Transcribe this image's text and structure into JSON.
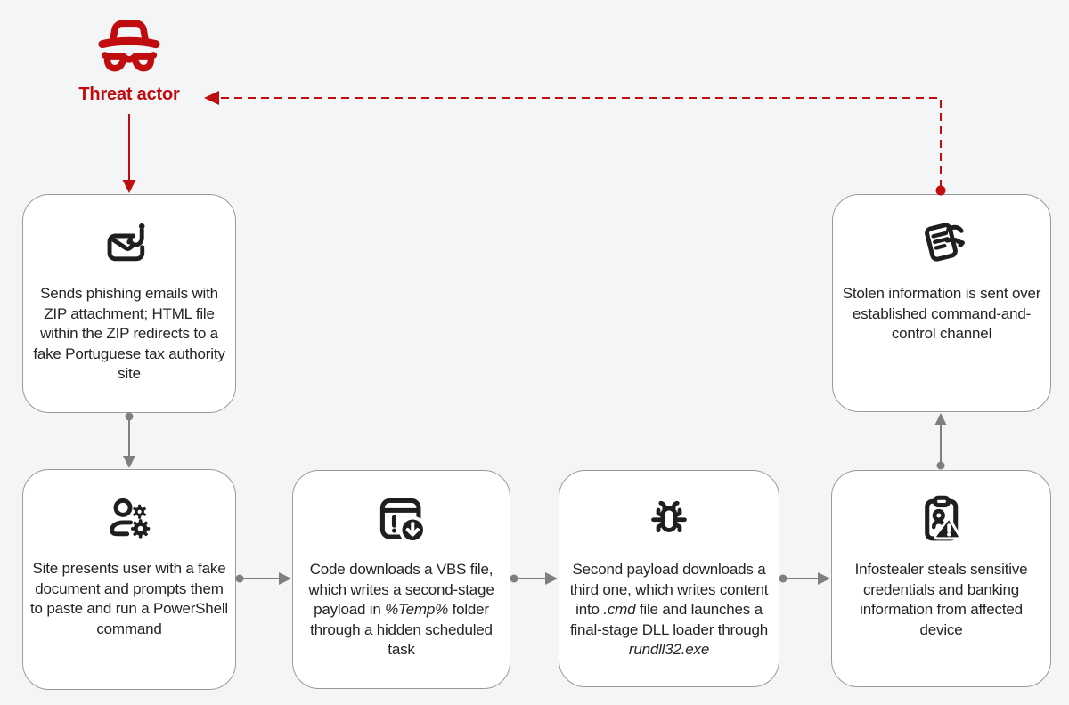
{
  "palette": {
    "red": "#c00c0f",
    "arrow_gray": "#7f7f7f",
    "box_border": "#9a9a9a",
    "box_background": "#ffffff",
    "page_background": "#f4f5f7",
    "icon": "#1f1f1f",
    "text": "#242424"
  },
  "threat_actor": {
    "label": "Threat actor",
    "icon": "incognito-spy"
  },
  "nodes": [
    {
      "id": "phishing-email",
      "icon": "phishing-email",
      "segments": [
        {
          "t": "Sends phishing emails with ZIP attachment; HTML file within the ZIP redirects to a fake Portuguese tax authority site"
        }
      ]
    },
    {
      "id": "fake-site",
      "icon": "user-gear",
      "segments": [
        {
          "t": "Site presents user with a fake document and prompts them to paste and run a PowerShell command"
        }
      ]
    },
    {
      "id": "vbs-download",
      "icon": "window-download",
      "segments": [
        {
          "t": "Code downloads a VBS file, which writes a second-stage payload in "
        },
        {
          "t": "%Temp%",
          "i": true
        },
        {
          "t": " folder through a hidden scheduled task"
        }
      ]
    },
    {
      "id": "second-payload",
      "icon": "bug",
      "segments": [
        {
          "t": "Second payload downloads a third one, which writes content into "
        },
        {
          "t": ".cmd",
          "i": true
        },
        {
          "t": " file and launches a final-stage DLL loader through "
        },
        {
          "t": "rundll32.exe",
          "i": true
        }
      ]
    },
    {
      "id": "infostealer",
      "icon": "clipboard-warning",
      "segments": [
        {
          "t": "Infostealer steals sensitive credentials and banking information from affected device"
        }
      ]
    },
    {
      "id": "c2-exfiltration",
      "icon": "document-exfil",
      "segments": [
        {
          "t": "Stolen information is sent over established command-and-control channel"
        }
      ]
    }
  ],
  "connectors": [
    {
      "from": "threat-actor",
      "to": "phishing-email",
      "style": "solid",
      "color": "#c00c0f"
    },
    {
      "from": "phishing-email",
      "to": "fake-site",
      "style": "solid",
      "color": "#7f7f7f"
    },
    {
      "from": "fake-site",
      "to": "vbs-download",
      "style": "solid",
      "color": "#7f7f7f"
    },
    {
      "from": "vbs-download",
      "to": "second-payload",
      "style": "solid",
      "color": "#7f7f7f"
    },
    {
      "from": "second-payload",
      "to": "infostealer",
      "style": "solid",
      "color": "#7f7f7f"
    },
    {
      "from": "infostealer",
      "to": "c2-exfiltration",
      "style": "solid",
      "color": "#7f7f7f"
    },
    {
      "from": "c2-exfiltration",
      "to": "threat-actor",
      "style": "dashed",
      "color": "#c00c0f"
    }
  ]
}
